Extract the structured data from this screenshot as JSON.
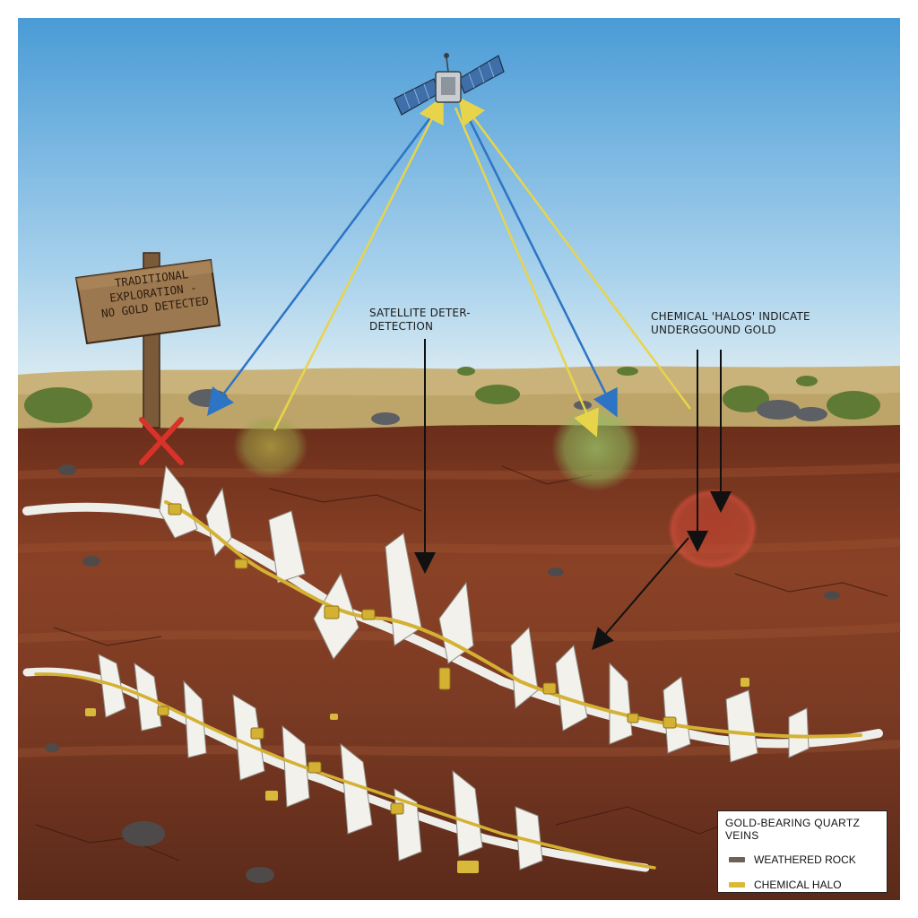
{
  "sign": {
    "line1": "TRADITIONAL",
    "line2": "EXPLORATION -",
    "line3": "NO GOLD DETECTED"
  },
  "labels": {
    "satellite_line1": "SATELLITE DETER-",
    "satellite_line2": "DETECTION",
    "halos_line1": "CHEMICAL 'HALOS' INDICATE",
    "halos_line2": "UNDERGGOUND GOLD"
  },
  "legend": {
    "title": "GOLD-BEARING QUARTZ VEINS",
    "items": [
      {
        "label": "WEATHERED ROCK",
        "color": "#6e6258"
      },
      {
        "label": "CHEMICAL HALO",
        "color": "#d9b93a"
      }
    ]
  },
  "colors": {
    "sky_top": "#4f9fd8",
    "sky_bottom": "#d9ecf4",
    "soil": "#7a3a22",
    "quartz": "#eeeeea",
    "gold": "#d4b133",
    "beam_blue": "#2d74c4",
    "beam_yellow": "#e8d44a",
    "halo_green": "#86b45a",
    "halo_red": "#d84a3a",
    "cross_red": "#d8322a"
  },
  "icons": [
    "satellite-icon",
    "cross-mark-icon",
    "wooden-sign-icon"
  ]
}
